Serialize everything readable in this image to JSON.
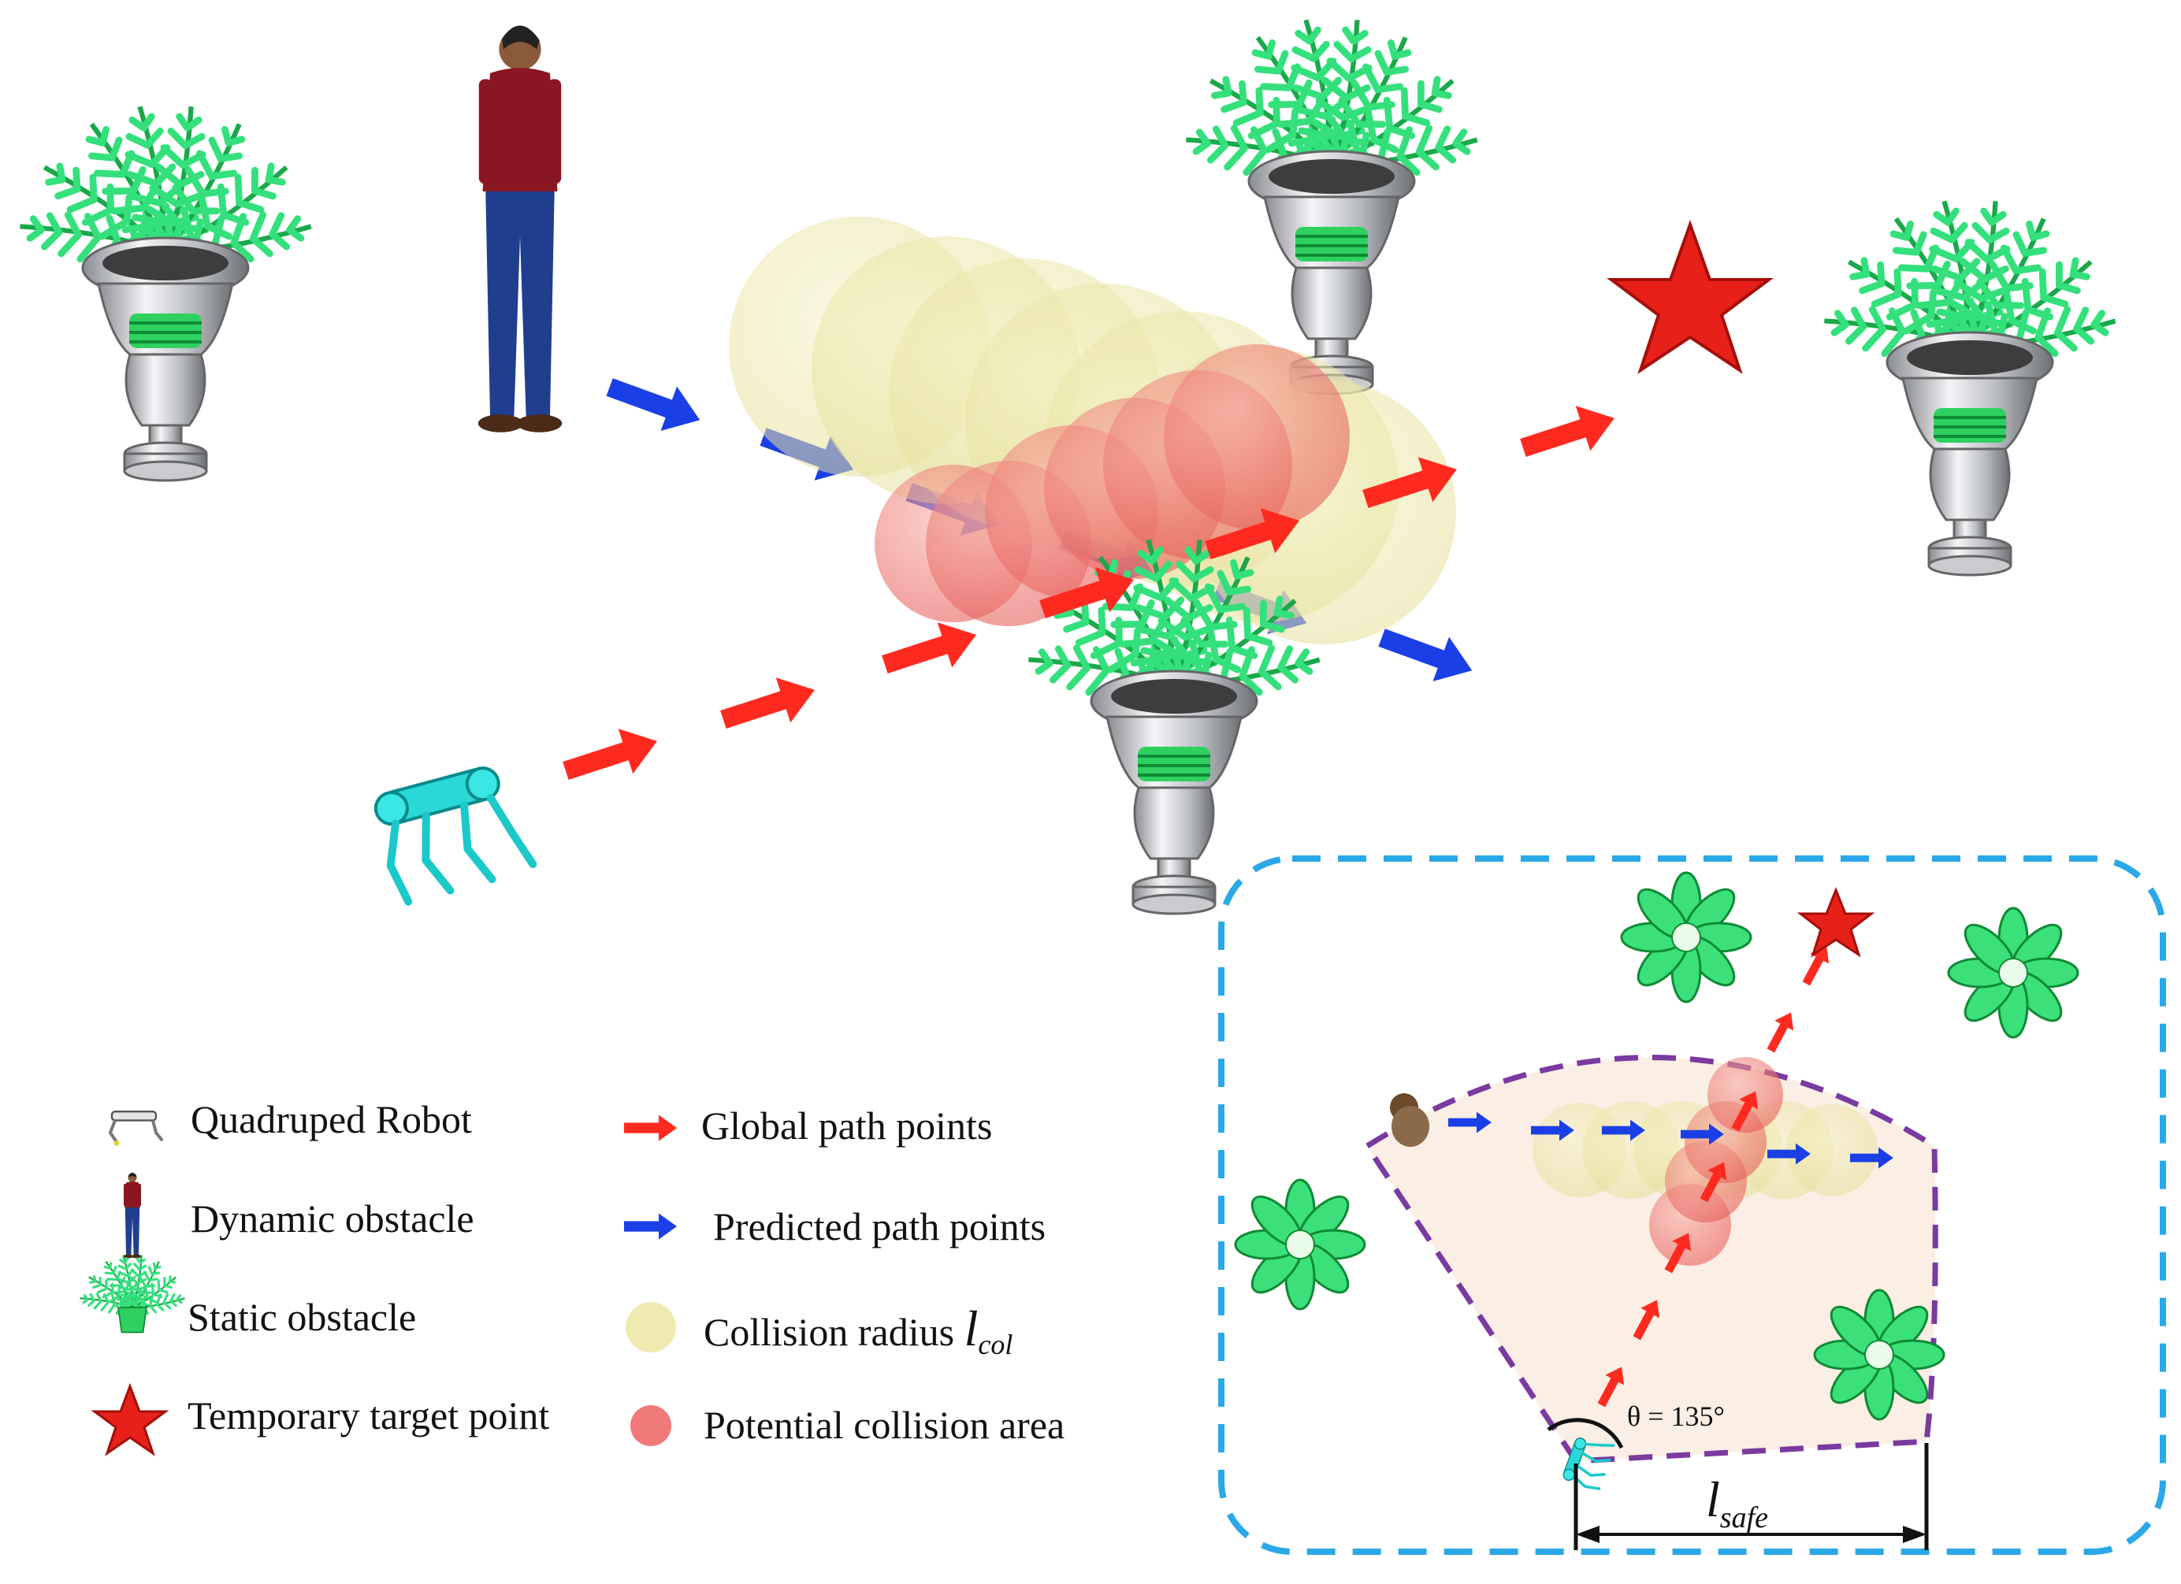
{
  "legend": {
    "robot": "Quadruped Robot",
    "dynamic": "Dynamic obstacle",
    "static": "Static obstacle",
    "target": "Temporary target point",
    "global": "Global path points",
    "predicted": "Predicted path points",
    "collision_radius_text": "Collision  radius",
    "collision_radius_symbol": "l",
    "collision_radius_sub": "col",
    "potential": "Potential collision  area"
  },
  "inset": {
    "angle_label": "θ = 135°",
    "safe_symbol": "l",
    "safe_sub": "safe"
  },
  "colors": {
    "global_arrow": "#ff2a1f",
    "predicted_arrow": "#1b3fe6",
    "collision_circle": "#eeeab0",
    "potential_area": "#f07a78",
    "target_star": "#e8201a",
    "robot": "#27d8d8",
    "plant": "#2fe07a",
    "inset_border": "#2aa8e8",
    "sector_border": "#7a3aa0",
    "sector_fill": "#fbeee4"
  }
}
